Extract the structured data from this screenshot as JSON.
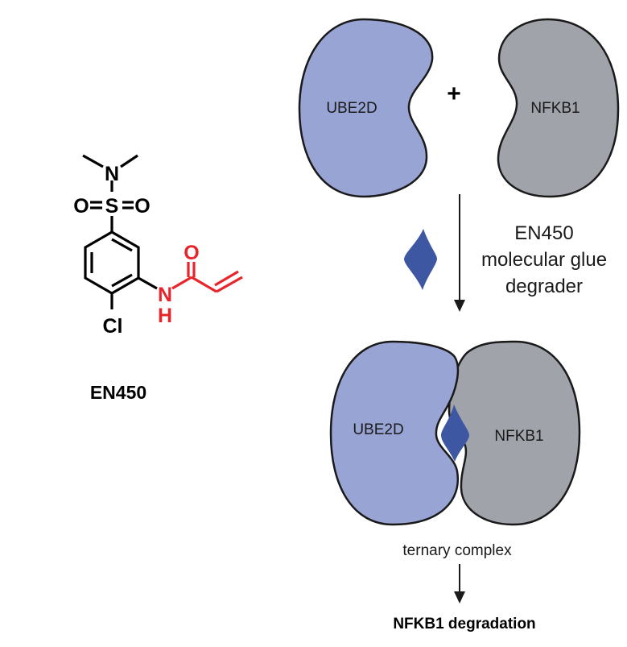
{
  "molecule": {
    "name": "EN450",
    "atoms": {
      "n_dimethyl": "N",
      "oxygen_left": "O",
      "sulfur": "S",
      "oxygen_right": "O",
      "chlorine": "Cl",
      "amide_n": "N",
      "amide_h": "H",
      "carbonyl_o": "O"
    }
  },
  "top_row": {
    "protein_left": "UBE2D",
    "plus": "+",
    "protein_right": "NFKB1"
  },
  "step_label": {
    "line1": "EN450",
    "line2": "molecular glue",
    "line3": "degrader"
  },
  "complex": {
    "protein_left": "UBE2D",
    "protein_right": "NFKB1",
    "caption": "ternary complex"
  },
  "outcome": "NFKB1 degradation",
  "colors": {
    "ube2d": "#98a5d4",
    "nfkb1": "#a1a3ab",
    "glue": "#3e57a3",
    "warhead": "#e8242b",
    "outline": "#1a1a1a"
  }
}
